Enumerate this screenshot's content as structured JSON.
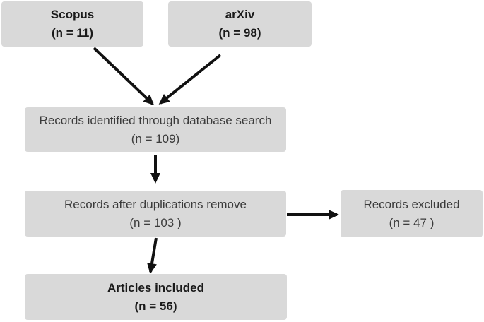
{
  "diagram": {
    "title": "PRISMA-style literature selection flowchart",
    "boxes": [
      {
        "id": "scopus",
        "label": "Scopus",
        "count": "(n = 11)",
        "emphasis": "bold"
      },
      {
        "id": "arxiv",
        "label": "arXiv",
        "count": "(n = 98)",
        "emphasis": "bold"
      },
      {
        "id": "identified",
        "label": "Records identified through database search",
        "count": "(n = 109)",
        "emphasis": "regular"
      },
      {
        "id": "dedup",
        "label": "Records after duplications remove",
        "count": "(n = 103 )",
        "emphasis": "regular"
      },
      {
        "id": "excluded",
        "label": "Records excluded",
        "count": "(n = 47 )",
        "emphasis": "regular"
      },
      {
        "id": "included",
        "label": "Articles included",
        "count": "(n = 56)",
        "emphasis": "bold"
      }
    ],
    "arrows": [
      {
        "id": "scopus-to-identified",
        "from": "scopus",
        "to": "identified"
      },
      {
        "id": "arxiv-to-identified",
        "from": "arxiv",
        "to": "identified"
      },
      {
        "id": "identified-to-dedup",
        "from": "identified",
        "to": "dedup"
      },
      {
        "id": "dedup-to-included",
        "from": "dedup",
        "to": "included"
      },
      {
        "id": "dedup-to-excluded",
        "from": "dedup",
        "to": "excluded"
      }
    ],
    "colors": {
      "box_fill": "#d9d9d9",
      "arrow": "#111111",
      "text_regular": "#3b3b3b",
      "text_bold": "#1a1a1a",
      "background": "#ffffff"
    }
  }
}
